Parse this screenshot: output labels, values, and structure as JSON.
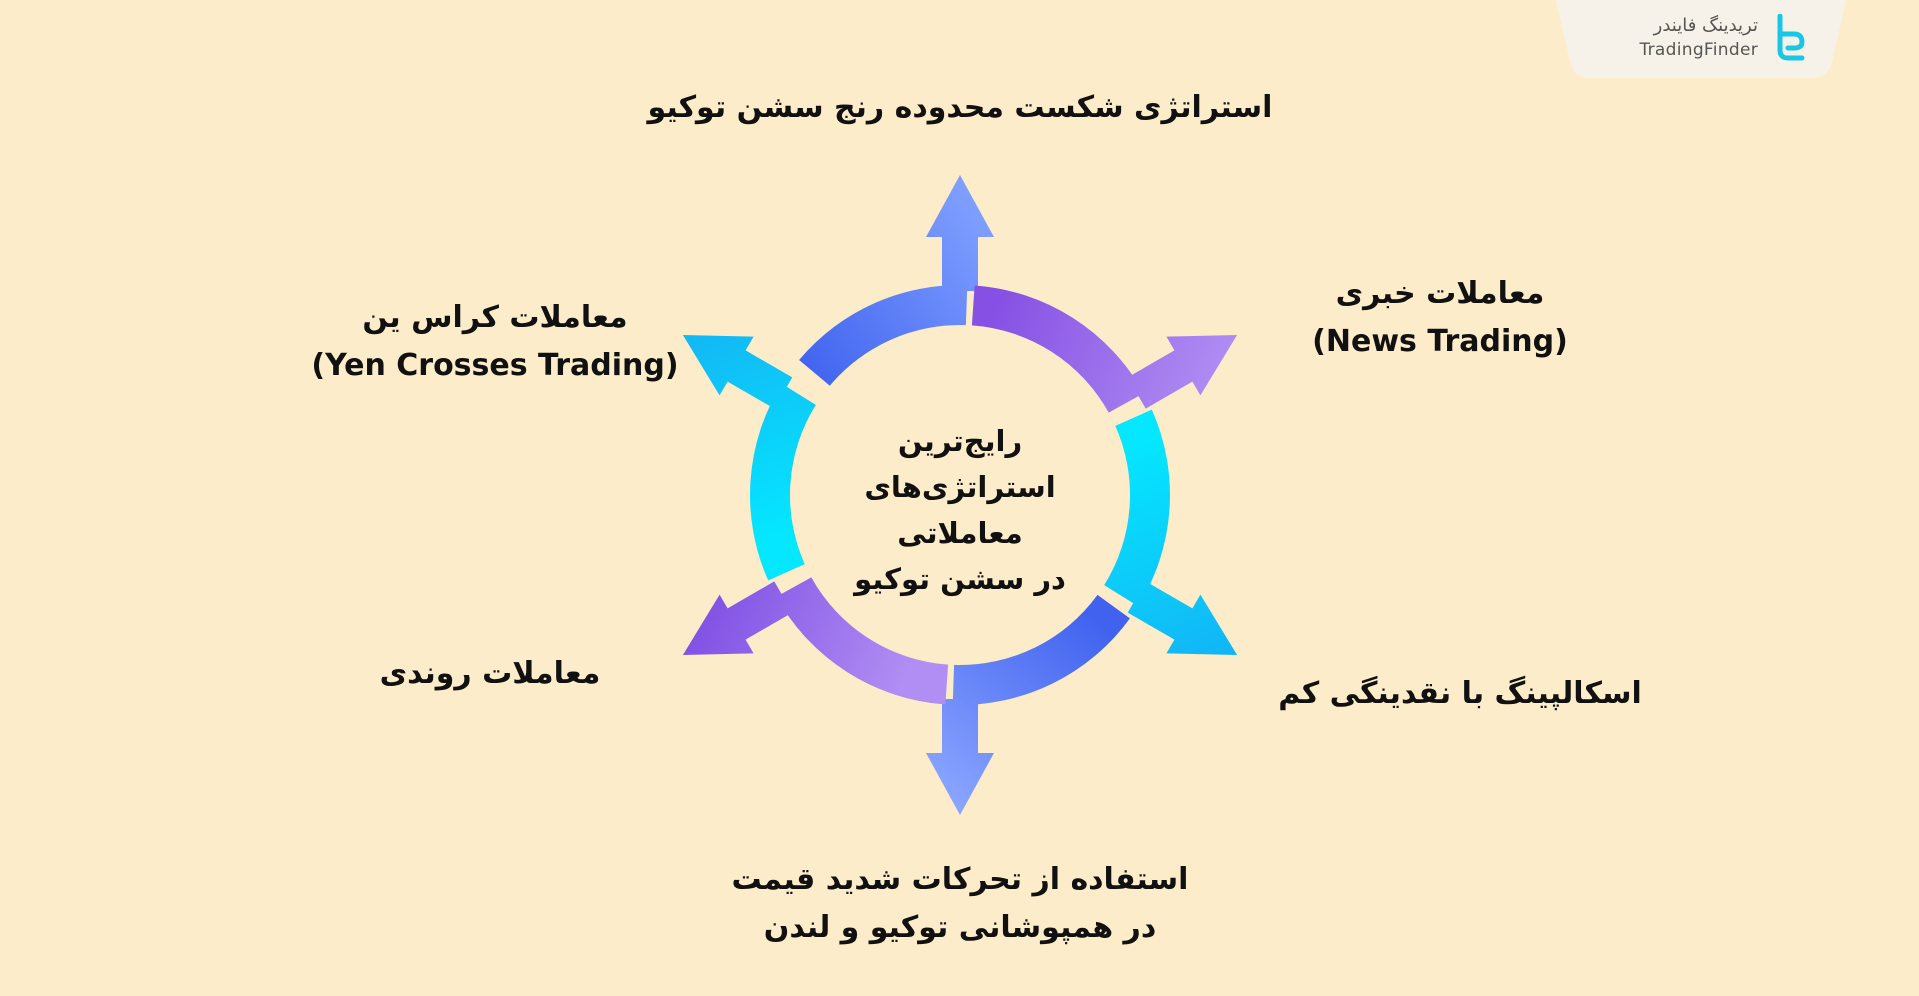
{
  "header": {
    "logo": {
      "name_fa": "تریدینگ فایندر",
      "name_en": "TradingFinder",
      "icon": "tradingfinder-logo-icon",
      "accent_color": "#18c7e6"
    }
  },
  "diagram": {
    "center": {
      "lines": [
        "رایج‌ترین",
        "استراتژی‌های معاملاتی",
        "در سشن توکیو"
      ]
    },
    "items": [
      {
        "id": "top",
        "lines": [
          "استراتژی شکست محدوده رنج سشن توکیو"
        ]
      },
      {
        "id": "top-right",
        "lines": [
          "معاملات خبری",
          "(News Trading)"
        ]
      },
      {
        "id": "bottom-right",
        "lines": [
          "اسکالپینگ با نقدینگی کم"
        ]
      },
      {
        "id": "bottom",
        "lines": [
          "استفاده از تحرکات شدید قیمت",
          "در همپوشانی توکیو و لندن"
        ]
      },
      {
        "id": "bottom-left",
        "lines": [
          "معاملات روندی"
        ]
      },
      {
        "id": "top-left",
        "lines": [
          "معاملات کراس ین",
          "(Yen Crosses Trading)"
        ]
      }
    ],
    "colors": {
      "background": "#fcecc9",
      "blue": "#4a6cf0",
      "light_blue": "#7b95ff",
      "purple": "#8a57e6",
      "lavender": "#a78bf0",
      "cyan": "#00e5ff",
      "sky": "#12b6f5"
    }
  }
}
